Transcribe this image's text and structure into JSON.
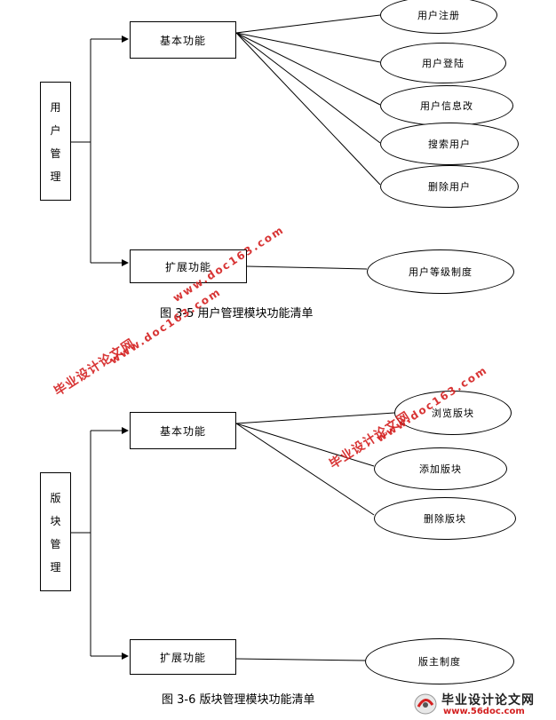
{
  "diagram1": {
    "root_label": [
      "用",
      "户",
      "管",
      "理"
    ],
    "basic_label": "基本功能",
    "extended_label": "扩展功能",
    "basic_items": [
      "用户注册",
      "用户登陆",
      "用户信息改",
      "搜索用户",
      "删除用户"
    ],
    "extended_items": [
      "用户等级制度"
    ],
    "caption": "图 3-5 用户管理模块功能清单"
  },
  "diagram2": {
    "root_label": [
      "版",
      "块",
      "管",
      "理"
    ],
    "basic_label": "基本功能",
    "extended_label": "扩展功能",
    "basic_items": [
      "浏览版块",
      "添加版块",
      "删除版块"
    ],
    "extended_items": [
      "版主制度"
    ],
    "caption": "图 3-6 版块管理模块功能清单"
  },
  "watermarks": {
    "cn": "毕业设计论文网",
    "url": "www.doc163.com"
  },
  "logo": {
    "cn": "毕业设计论文网",
    "url": "www.56doc.com"
  },
  "colors": {
    "watermark": "#d42020",
    "line": "#000000"
  }
}
